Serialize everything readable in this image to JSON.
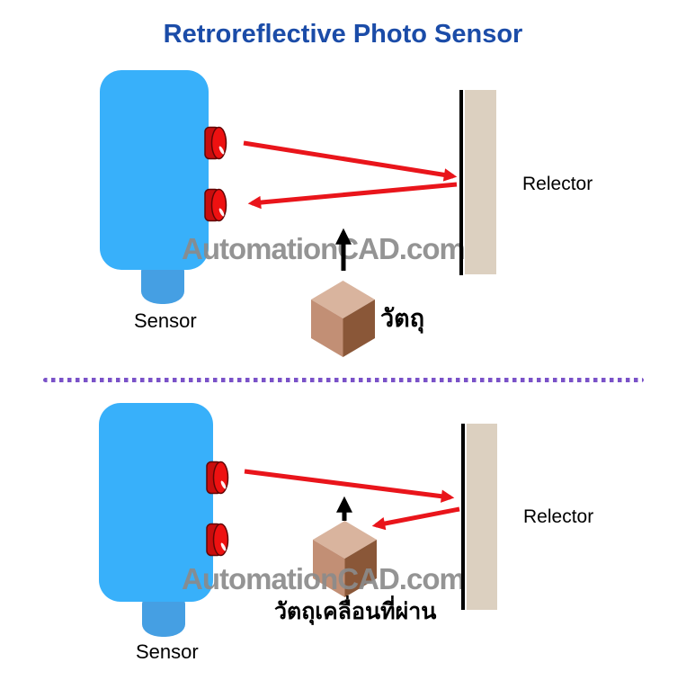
{
  "title": "Retroreflective Photo Sensor",
  "watermark": "AutomationCAD.com",
  "colors": {
    "title_blue": "#1b4ca8",
    "sensor_body_blue": "#38b0fa",
    "sensor_stub_blue": "#459fe3",
    "lens_red": "#ee1111",
    "beam_arrow_red": "#e9151b",
    "reflector_beige": "#dcd0c0",
    "reflector_line_black": "#000000",
    "divider_purple": "#7a52c8",
    "watermark_gray": "#8b8b8b",
    "cube_top": "#d9b49e",
    "cube_front": "#c28f75",
    "cube_side": "#8a5738"
  },
  "top_diagram": {
    "sensor_label": "Sensor",
    "reflector_label": "Relector",
    "object_label": "วัตถุ"
  },
  "bottom_diagram": {
    "sensor_label": "Sensor",
    "reflector_label": "Relector",
    "object_label": "วัตถุเคลื่อนที่ผ่าน"
  }
}
